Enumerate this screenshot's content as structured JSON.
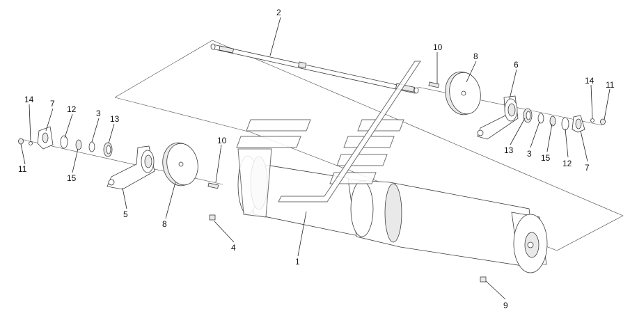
{
  "callouts": [
    {
      "id": "c2",
      "text": "2"
    },
    {
      "id": "c10a",
      "text": "10"
    },
    {
      "id": "c8a",
      "text": "8"
    },
    {
      "id": "c6",
      "text": "6"
    },
    {
      "id": "c14a",
      "text": "14"
    },
    {
      "id": "c11a",
      "text": "11"
    },
    {
      "id": "c13a",
      "text": "13"
    },
    {
      "id": "c3a",
      "text": "3"
    },
    {
      "id": "c15a",
      "text": "15"
    },
    {
      "id": "c12a",
      "text": "12"
    },
    {
      "id": "c7a",
      "text": "7"
    },
    {
      "id": "c14b",
      "text": "14"
    },
    {
      "id": "c7b",
      "text": "7"
    },
    {
      "id": "c12b",
      "text": "12"
    },
    {
      "id": "c3b",
      "text": "3"
    },
    {
      "id": "c13b",
      "text": "13"
    },
    {
      "id": "c11b",
      "text": "11"
    },
    {
      "id": "c15b",
      "text": "15"
    },
    {
      "id": "c5",
      "text": "5"
    },
    {
      "id": "c8b",
      "text": "8"
    },
    {
      "id": "c10b",
      "text": "10"
    },
    {
      "id": "c4",
      "text": "4"
    },
    {
      "id": "c1",
      "text": "1"
    },
    {
      "id": "c9",
      "text": "9"
    }
  ]
}
